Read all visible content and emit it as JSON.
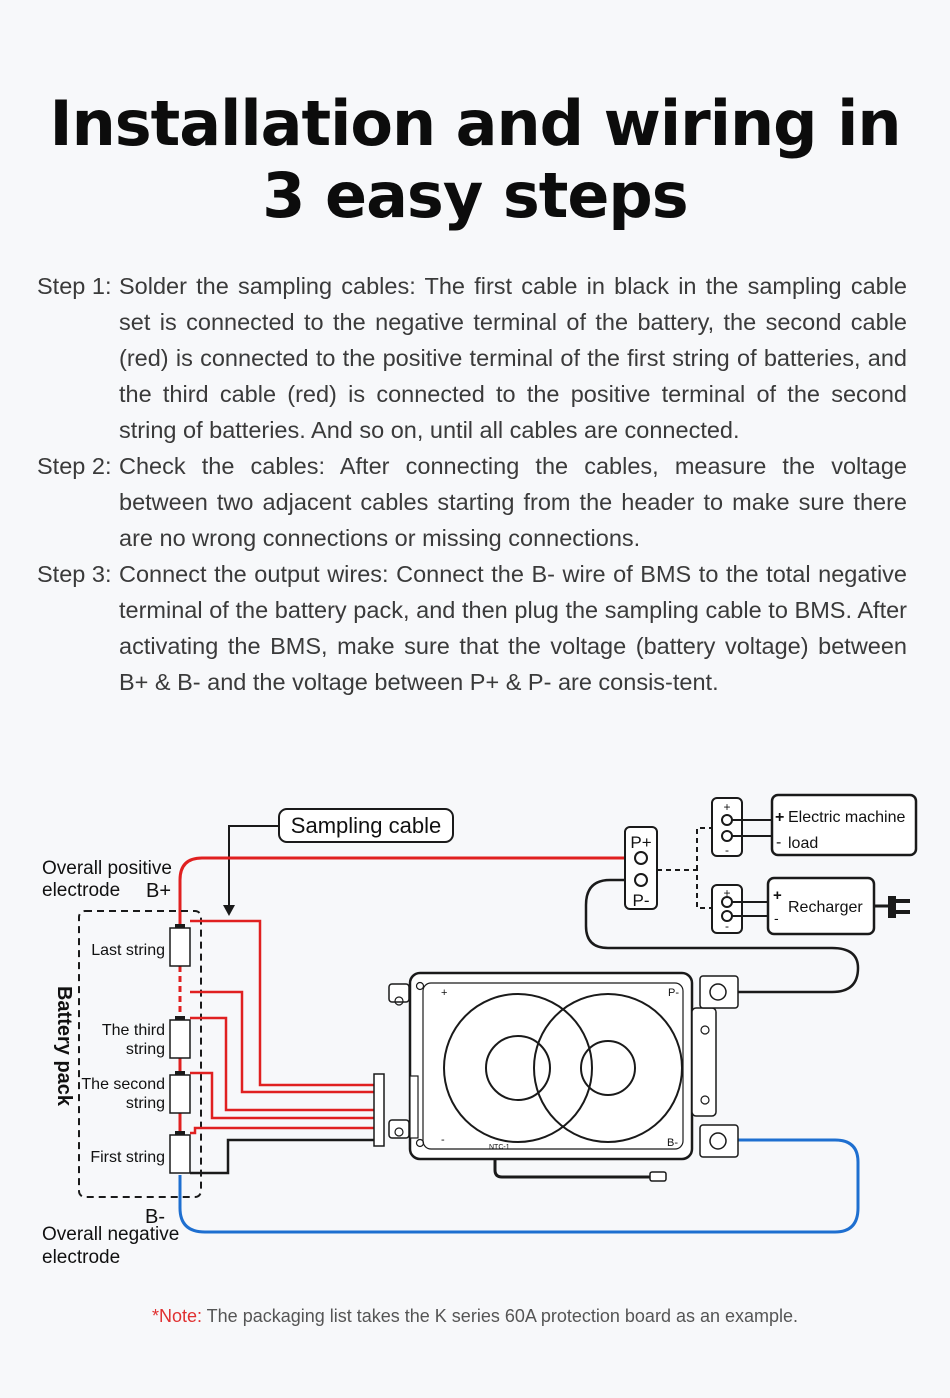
{
  "title": {
    "line1": "Installation and wiring in",
    "line2": "3 easy steps"
  },
  "steps": [
    {
      "label": "Step 1:",
      "text": "Solder the sampling cables: The first cable in black in the sampling cable set is connected to the negative terminal of the battery, the second cable (red) is connected to the positive terminal of the first string of batteries, and the third cable (red) is connected to the positive terminal of the second string of batteries. And so on, until all cables are connected."
    },
    {
      "label": "Step 2:",
      "text": "Check the cables: After connecting the cables, measure the voltage between two adjacent cables starting from the header to make sure there are no wrong connections or missing connections."
    },
    {
      "label": "Step 3:",
      "text": "Connect the output wires: Connect the B- wire of BMS to the total negative terminal of the battery pack, and then plug the sampling cable to BMS. After activating the BMS, make sure that the voltage (battery voltage) between B+ & B- and the voltage between P+ & P- are consis-tent."
    }
  ],
  "diagram": {
    "sampling_cable": "Sampling cable",
    "overall_positive_line1": "Overall positive",
    "overall_positive_line2": "electrode",
    "b_plus": "B+",
    "battery_pack": "Battery pack",
    "last_string": "Last string",
    "third_string_line1": "The third",
    "third_string_line2": "string",
    "second_string_line1": "The second",
    "second_string_line2": "string",
    "first_string": "First string",
    "b_minus": "B-",
    "overall_negative_line1": "Overall negative",
    "overall_negative_line2": "electrode",
    "p_plus": "P+",
    "p_minus": "P-",
    "electric_machine_line1": "Electric machine",
    "electric_machine_line2": "load",
    "recharger": "Recharger",
    "plus_sign": "+",
    "minus_sign": "-",
    "board_p_minus": "P-",
    "board_b_minus": "B-",
    "board_ntc": "NTC-1",
    "board_plus": "+",
    "board_minus": "-"
  },
  "colors": {
    "positive_wire": "#e02020",
    "negative_wire": "#1e6fd0",
    "outline": "#1a1a1a"
  },
  "note": {
    "prefix": "*Note:",
    "text": " The packaging list takes the K series 60A protection board as an example."
  }
}
